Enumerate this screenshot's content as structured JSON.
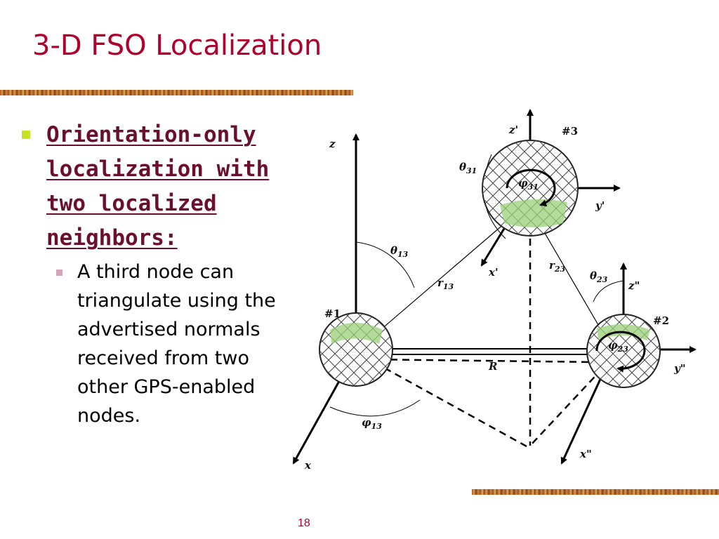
{
  "slide": {
    "title": "3-D FSO Localization",
    "page_number": "18"
  },
  "bullets": {
    "main": "Orientation-only localization with two localized neighbors:",
    "sub": "A third node can triangulate using the advertised normals received from two other GPS-enabled nodes."
  },
  "diagram": {
    "labels": {
      "z": "z",
      "x": "x",
      "z_prime": "z'",
      "y_prime": "y'",
      "x_prime": "x'",
      "z_dprime": "z\"",
      "y_dprime": "y\"",
      "x_dprime": "x\"",
      "node1": "#1",
      "node2": "#2",
      "node3": "#3",
      "R": "R",
      "theta": "θ",
      "phi": "φ",
      "r": "r",
      "sub_13": "13",
      "sub_31": "31",
      "sub_23": "23"
    },
    "colors": {
      "title": "#b0002c",
      "heading": "#6b0f2e",
      "bullet1": "#c8e026",
      "bullet2": "#d7a3b6",
      "node_fill_green": "#9ad07a"
    }
  }
}
